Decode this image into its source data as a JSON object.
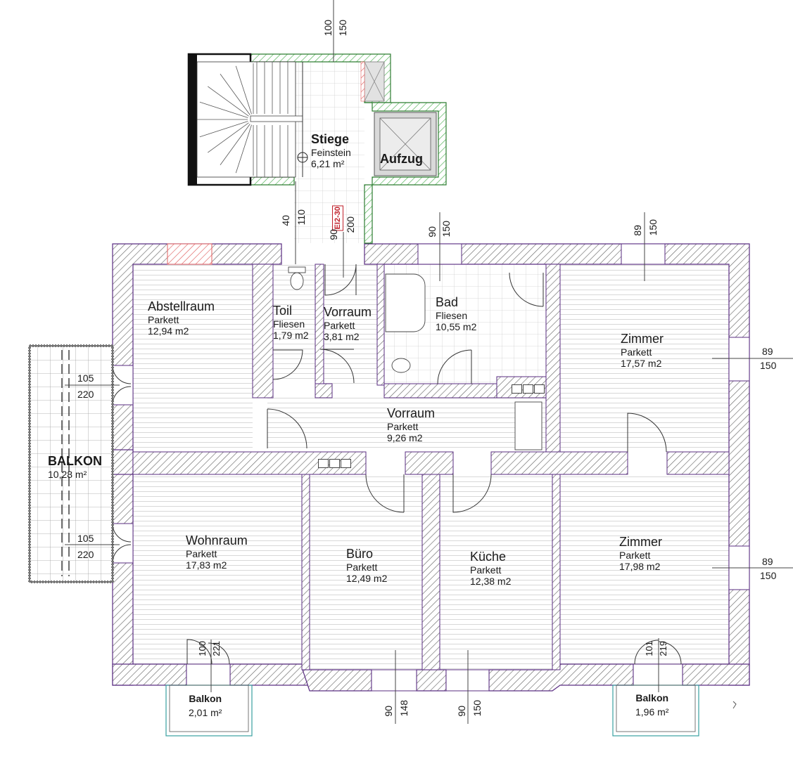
{
  "rooms": {
    "stiege": {
      "name": "Stiege",
      "floor": "Feinstein",
      "area": "6,21 m²"
    },
    "aufzug": {
      "name": "Aufzug"
    },
    "abstellraum": {
      "name": "Abstellraum",
      "floor": "Parkett",
      "area": "12,94 m2"
    },
    "toil": {
      "name": "Toil",
      "floor": "Fliesen",
      "area": "1,79 m2"
    },
    "vorraum1": {
      "name": "Vorraum",
      "floor": "Parkett",
      "area": "3,81 m2"
    },
    "bad": {
      "name": "Bad",
      "floor": "Fliesen",
      "area": "10,55 m2"
    },
    "zimmer1": {
      "name": "Zimmer",
      "floor": "Parkett",
      "area": "17,57 m2"
    },
    "vorraum2": {
      "name": "Vorraum",
      "floor": "Parkett",
      "area": "9,26 m2"
    },
    "balkon_big": {
      "name": "BALKON",
      "area": "10,28 m²"
    },
    "wohnraum": {
      "name": "Wohnraum",
      "floor": "Parkett",
      "area": "17,83 m2"
    },
    "buero": {
      "name": "Büro",
      "floor": "Parkett",
      "area": "12,49 m2"
    },
    "kueche": {
      "name": "Küche",
      "floor": "Parkett",
      "area": "12,38 m2"
    },
    "zimmer2": {
      "name": "Zimmer",
      "floor": "Parkett",
      "area": "17,98 m2"
    },
    "balkon_l": {
      "name": "Balkon",
      "area": "2,01 m²"
    },
    "balkon_r": {
      "name": "Balkon",
      "area": "1,96 m²"
    }
  },
  "fire_label": "EI2-30",
  "dims": {
    "top_100": "100",
    "top_150": "150",
    "stair_40": "40",
    "stair_110": "110",
    "door_90": "90",
    "door_200": "200",
    "bad_90": "90",
    "bad_150": "150",
    "zim1_89": "89",
    "zim1_150": "150",
    "zim1_side_89": "89",
    "zim1_side_150": "150",
    "balk_105a": "105",
    "balk_220a": "220",
    "balk_105b": "105",
    "balk_220b": "220",
    "wohn_100": "100",
    "wohn_221": "221",
    "zim2_101": "101",
    "zim2_219": "219",
    "zim2_side_89": "89",
    "zim2_side_150": "150",
    "buero_90": "90",
    "buero_148": "148",
    "kueche_90": "90",
    "kueche_150": "150"
  },
  "colors": {
    "wall_outline": "#5a2d82",
    "hatch": "#6a6a6a",
    "green_wall": "#4caf50",
    "red_window": "#e06060",
    "fire": "#c0202a"
  }
}
